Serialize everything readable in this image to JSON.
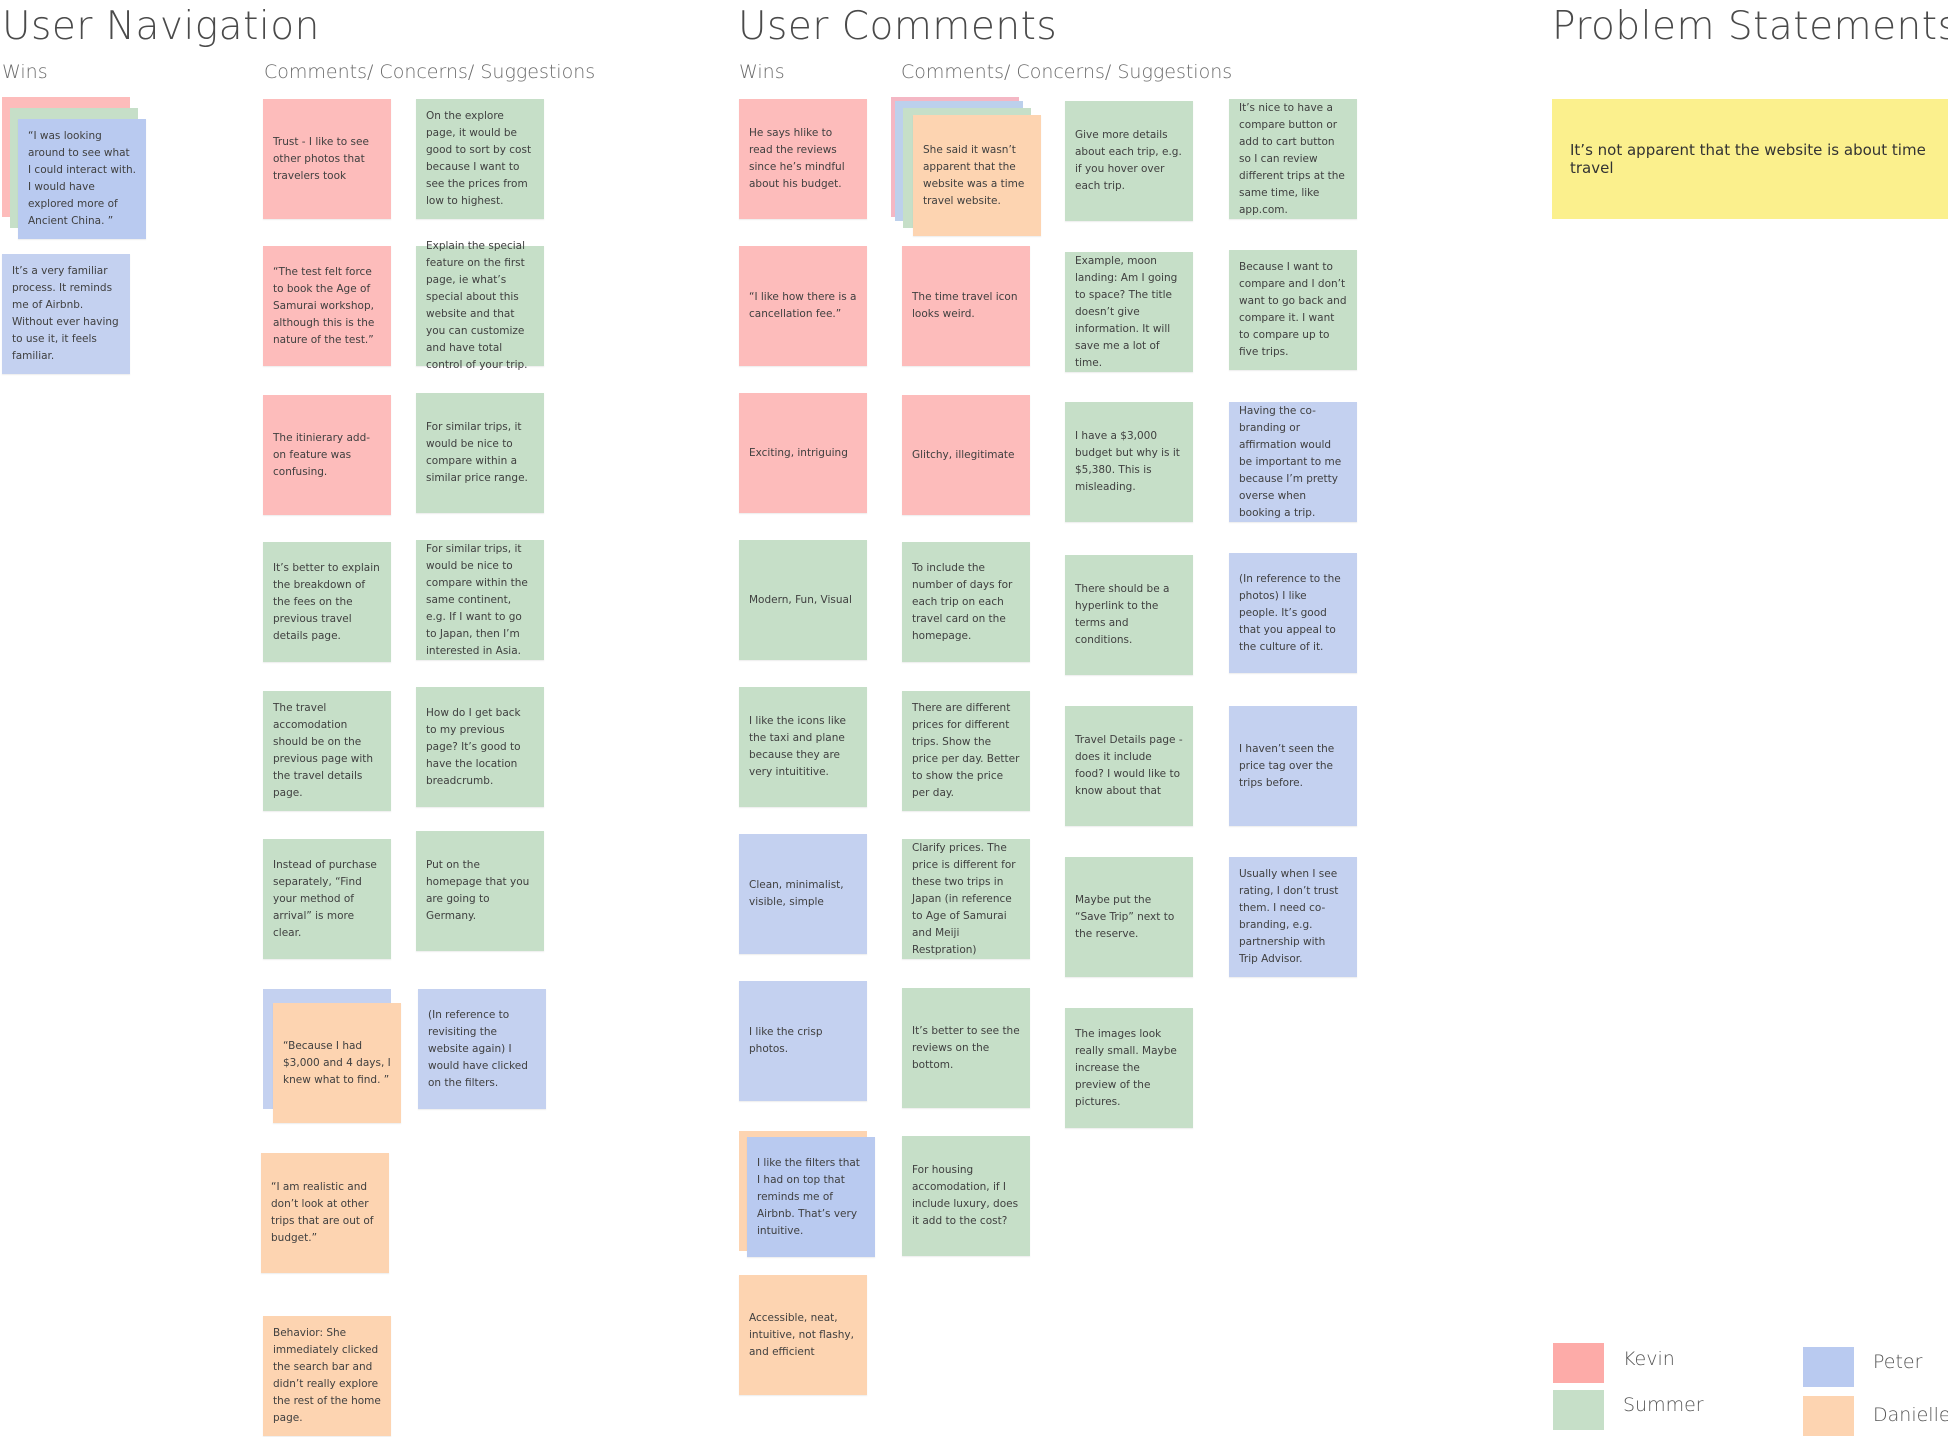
{
  "sections": {
    "nav": {
      "title": "User Navigation",
      "wins": "Wins",
      "ccs": "Comments/ Concerns/ Suggestions"
    },
    "comments": {
      "title": "User Comments",
      "wins": "Wins",
      "ccs": "Comments/ Concerns/ Suggestions"
    },
    "problems": {
      "title": "Problem Statements"
    }
  },
  "nav_wins": [
    "“I was looking around to see what I could interact with. I would have explored more of Ancient China. ”",
    "It’s a very familiar process. It reminds me of Airbnb. Without ever having to use it, it feels familiar."
  ],
  "nav_ccs_col1": [
    "Trust - I like to see other photos that travelers took",
    "“The test felt force to book the Age of Samurai workshop, although this is the nature of the test.”",
    "The itinierary add-on feature was confusing.",
    "It’s better to explain the breakdown of the fees on the previous travel details page.",
    "The travel accomodation should be on the previous page with the travel details page.",
    "Instead of purchase separately, “Find your method of arrival” is more clear.",
    "“Because I had $3,000 and 4 days, I knew what to find. ”",
    "“I am realistic and don’t look at other trips that are out of budget.”",
    "Behavior: She immediately clicked the search bar and didn’t really explore the rest of the home page."
  ],
  "nav_ccs_col2": [
    "On the explore page, it would be good to sort by cost because I want to see the prices from low to highest.",
    "Explain the special feature on the first page, ie what’s special about this website and that you can customize and have total control of your trip.",
    "For similar trips, it would be nice to compare within a similar price range.",
    "For similar trips, it would be nice to compare within the same continent, e.g. If I want to go to Japan, then I’m interested in Asia.",
    "How do I get back to my previous page? It’s good to have the location breadcrumb.",
    "Put on the homepage that you are going to Germany.",
    "(In reference to revisiting the website again) I would have clicked on the filters."
  ],
  "cm_wins": [
    "He says hlike to read the reviews since he’s mindful about his budget.",
    "“I like how there is a cancellation fee.”",
    "Exciting, intriguing",
    "Modern, Fun, Visual",
    "I like the icons like the taxi and plane because they are very intuititive.",
    "Clean, minimalist, visible, simple",
    "I like the crisp photos.",
    "I like the filters that I had on top that reminds me of Airbnb. That’s very intuitive.",
    "Accessible, neat, intuitive, not flashy, and efficient"
  ],
  "cm_col1": [
    "She said it wasn’t apparent that the website was a time travel website.",
    "The time travel icon looks weird.",
    "Glitchy, illegitimate",
    "To include the number of days for each trip on each travel card on the homepage.",
    "There are different prices for different trips. Show the price per day. Better to show the price per day.",
    "Clarify prices. The price is different for these two trips in Japan (in reference to Age of Samurai and Meiji Restpration)",
    "It’s better to see the reviews on the bottom.",
    "For housing accomodation, if I include luxury, does it add to the cost?"
  ],
  "cm_col2": [
    "Give more details about each trip, e.g. if you hover over each trip.",
    "Example, moon landing: Am I going to space? The title doesn’t give information. It will save me a lot of time.",
    "I have a $3,000 budget but why is it $5,380. This is misleading.",
    "There should be a hyperlink to the terms and conditions.",
    "Travel Details page - does it include food? I would like to know about that",
    "Maybe put the “Save Trip” next to the reserve.",
    "The images look really small. Maybe increase the preview of the pictures."
  ],
  "cm_col3": [
    "It’s nice to have a compare button or add to cart button so I can review different trips at the same time, like app.com.",
    "Because I want to compare and I don’t want to go back and compare it. I want to compare up to five trips.",
    "Having the co-branding or affirmation would be important to me because I’m pretty overse when booking a trip.",
    "(In reference to the photos) I like people. It’s good that you appeal to the culture of it.",
    "I haven’t seen the price tag over the trips before.",
    "Usually when I see rating, I don’t trust them. I need co-branding, e.g. partnership with Trip Advisor."
  ],
  "problem": "It’s not apparent that the website is about time travel",
  "legend": {
    "kevin": "Kevin",
    "summer": "Summer",
    "peter": "Peter",
    "danielle": "Danielle",
    "colors": {
      "kevin": "#fdaba8",
      "summer": "#c6dfc8",
      "peter": "#b9caf0",
      "danielle": "#fdd4b1"
    }
  }
}
